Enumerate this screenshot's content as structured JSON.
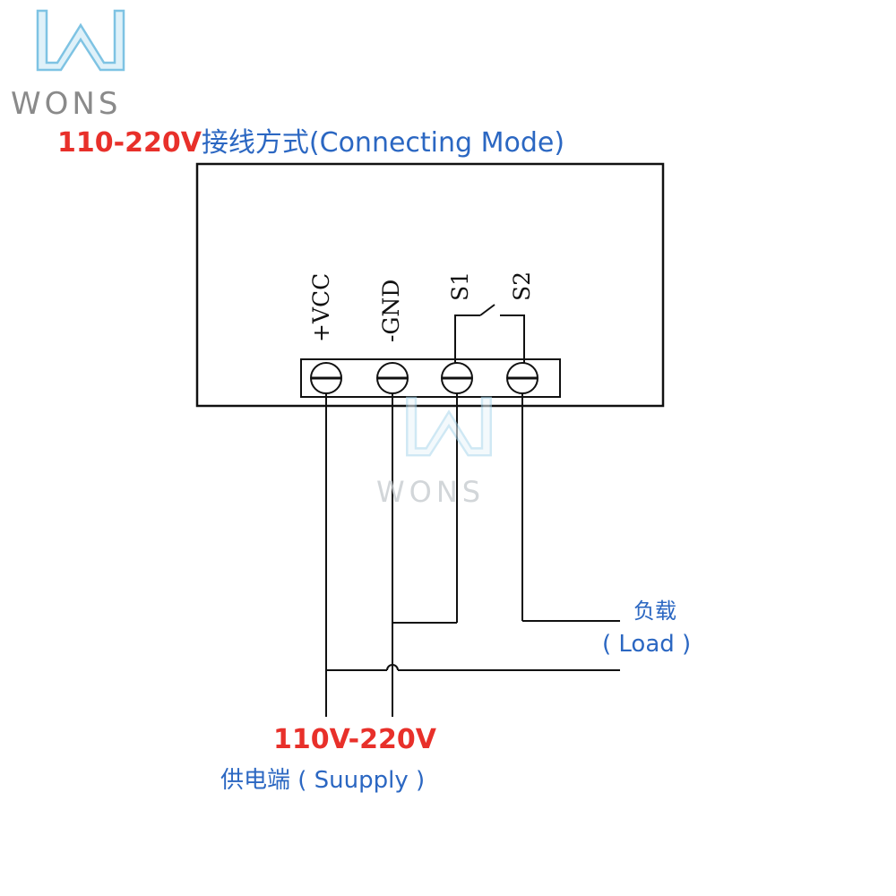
{
  "logo": {
    "text": "WONS",
    "icon": "wons-w-logo-icon"
  },
  "watermark": {
    "text": "WONS",
    "icon": "wons-w-watermark-icon"
  },
  "title": {
    "voltage": "110-220V",
    "cn": "接线方式",
    "en": "(Connecting  Mode)"
  },
  "terminals": [
    {
      "label": "+VCC"
    },
    {
      "label": "-GND"
    },
    {
      "label": "S1"
    },
    {
      "label": "S2"
    }
  ],
  "load": {
    "cn": "负载",
    "en": "( Load )"
  },
  "supply": {
    "voltage": "110V-220V",
    "label": "供电端 ( Suupply )"
  },
  "colors": {
    "red": "#e8302a",
    "blue": "#2b67c2",
    "line": "#111111"
  }
}
